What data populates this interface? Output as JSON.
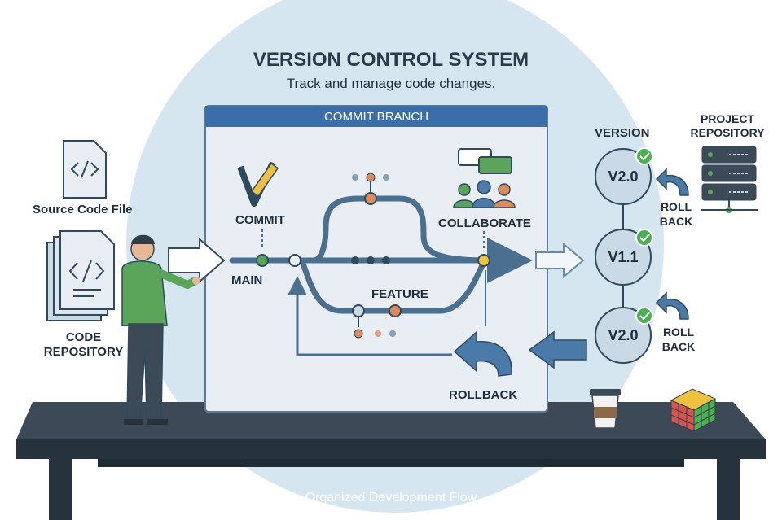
{
  "title": "VERSION CONTROL SYSTEM",
  "subtitle": "Track and manage code changes.",
  "panel": {
    "header": "COMMIT BRANCH"
  },
  "labels": {
    "commit": "COMMIT",
    "main": "MAIN",
    "feature": "FEATURE",
    "collaborate": "COLLABORATE",
    "rollback": "ROLLBACK",
    "source_code_file": "Source Code File",
    "code_repository_1": "CODE",
    "code_repository_2": "REPOSITORY"
  },
  "version_column": {
    "heading": "VERSION",
    "nodes": [
      "V2.0",
      "V1.1",
      "V2.0"
    ],
    "roll_back_1": [
      "ROLL",
      "BACK"
    ],
    "roll_back_2": [
      "ROLL",
      "BACK"
    ]
  },
  "project_repository": [
    "PROJECT",
    "REPOSITORY"
  ],
  "footer": "Organized Development Flow",
  "colors": {
    "title": "#2b3a4a",
    "panel_header": "#3b6ea8",
    "branch_line": "#4a6f8f",
    "node_green": "#5aa55a",
    "node_orange": "#e08a5a",
    "node_yellow": "#f0c040",
    "version_node": "#c9d9e6",
    "check_green": "#4caf50",
    "table": "#2f3e4a",
    "background_circle": "#d6e6f1"
  },
  "icons": [
    "code-file-icon",
    "code-repository-icon",
    "pencil-check-icon",
    "team-chat-icon",
    "server-icon",
    "undo-arrow-icon",
    "check-badge-icon",
    "coffee-cup-icon",
    "rubiks-cube-icon"
  ]
}
